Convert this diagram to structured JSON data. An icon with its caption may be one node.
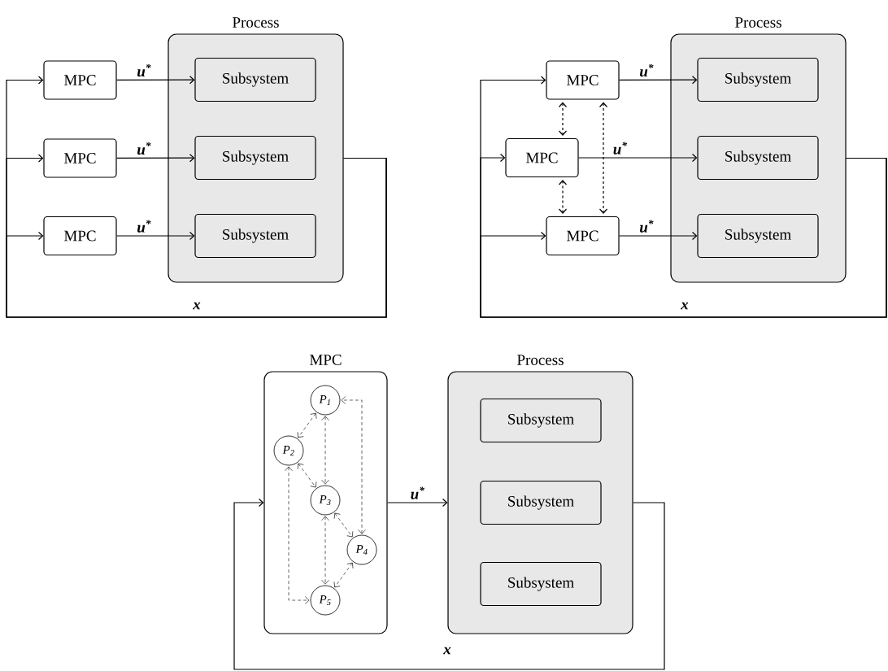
{
  "diagram": {
    "nodes": [
      {
        "text": [
          "Process"
        ]
      },
      {
        "text": [
          "Subsystem"
        ],
        "in": 0
      },
      {
        "text": [
          "Subsystem"
        ],
        "in": 0
      },
      {
        "text": [
          "Subsystem"
        ],
        "in": 0
      },
      {
        "text": [
          "MPC"
        ]
      },
      {
        "text": [
          "MPC"
        ]
      },
      {
        "text": [
          "MPC"
        ]
      },
      {
        "text": [
          "Process"
        ]
      },
      {
        "text": [
          "Subsystem"
        ],
        "in": 7
      },
      {
        "text": [
          "Subsystem"
        ],
        "in": 7
      },
      {
        "text": [
          "Subsystem"
        ],
        "in": 7
      },
      {
        "text": [
          "MPC"
        ]
      },
      {
        "text": [
          "MPC"
        ]
      },
      {
        "text": [
          "MPC"
        ]
      },
      {
        "text": [
          "MPC"
        ]
      },
      {
        "text": [
          "P$_{1}$"
        ],
        "in": 14
      },
      {
        "text": [
          "P$_{2}$"
        ],
        "in": 14
      },
      {
        "text": [
          "P$_{3}$"
        ],
        "in": 14
      },
      {
        "text": [
          "P$_{4}$"
        ],
        "in": 14
      },
      {
        "text": [
          "P$_{5}$"
        ],
        "in": 14
      },
      {
        "text": [
          "Process"
        ]
      },
      {
        "text": [
          "Subsystem"
        ],
        "in": 20
      },
      {
        "text": [
          "Subsystem"
        ],
        "in": 20
      },
      {
        "text": [
          "Subsystem"
        ],
        "in": 20
      }
    ],
    "edges": [
      {
        "from": 4,
        "to": 1,
        "arrow": "to",
        "label": "u$^{*}$"
      },
      {
        "from": 5,
        "to": 2,
        "arrow": "to",
        "label": "u$^{*}$"
      },
      {
        "from": 6,
        "to": 3,
        "arrow": "to",
        "label": "u$^{*}$"
      },
      {
        "from": 0,
        "to": 4,
        "arrow": "to",
        "label": "x"
      },
      {
        "from": 0,
        "to": 5,
        "arrow": "to"
      },
      {
        "from": 0,
        "to": 6,
        "arrow": "to"
      },
      {
        "from": 11,
        "to": 8,
        "arrow": "to",
        "label": "u$^{*}$"
      },
      {
        "from": 12,
        "to": 9,
        "arrow": "to",
        "label": "u$^{*}$"
      },
      {
        "from": 13,
        "to": 10,
        "arrow": "to",
        "label": "u$^{*}$"
      },
      {
        "from": 7,
        "to": 11,
        "arrow": "to",
        "label": "x"
      },
      {
        "from": 7,
        "to": 12,
        "arrow": "to"
      },
      {
        "from": 7,
        "to": 13,
        "arrow": "to"
      },
      {
        "from": 11,
        "to": 12,
        "arrow": "both",
        "style": "dashed"
      },
      {
        "from": 12,
        "to": 13,
        "arrow": "both",
        "style": "dashed"
      },
      {
        "from": 11,
        "to": 13,
        "arrow": "both",
        "style": "dashed"
      },
      {
        "from": 15,
        "to": 16,
        "arrow": "both",
        "style": "dashed"
      },
      {
        "from": 15,
        "to": 17,
        "arrow": "both",
        "style": "dashed"
      },
      {
        "from": 15,
        "to": 18,
        "arrow": "both",
        "style": "dashed"
      },
      {
        "from": 16,
        "to": 17,
        "arrow": "both",
        "style": "dashed"
      },
      {
        "from": 16,
        "to": 19,
        "arrow": "both",
        "style": "dashed"
      },
      {
        "from": 17,
        "to": 18,
        "arrow": "both",
        "style": "dashed"
      },
      {
        "from": 17,
        "to": 19,
        "arrow": "both",
        "style": "dashed"
      },
      {
        "from": 18,
        "to": 19,
        "arrow": "both",
        "style": "dashed"
      },
      {
        "from": 14,
        "to": 20,
        "arrow": "to",
        "label": "u$^{*}$"
      },
      {
        "from": 20,
        "to": 14,
        "arrow": "to",
        "label": "x"
      }
    ]
  }
}
